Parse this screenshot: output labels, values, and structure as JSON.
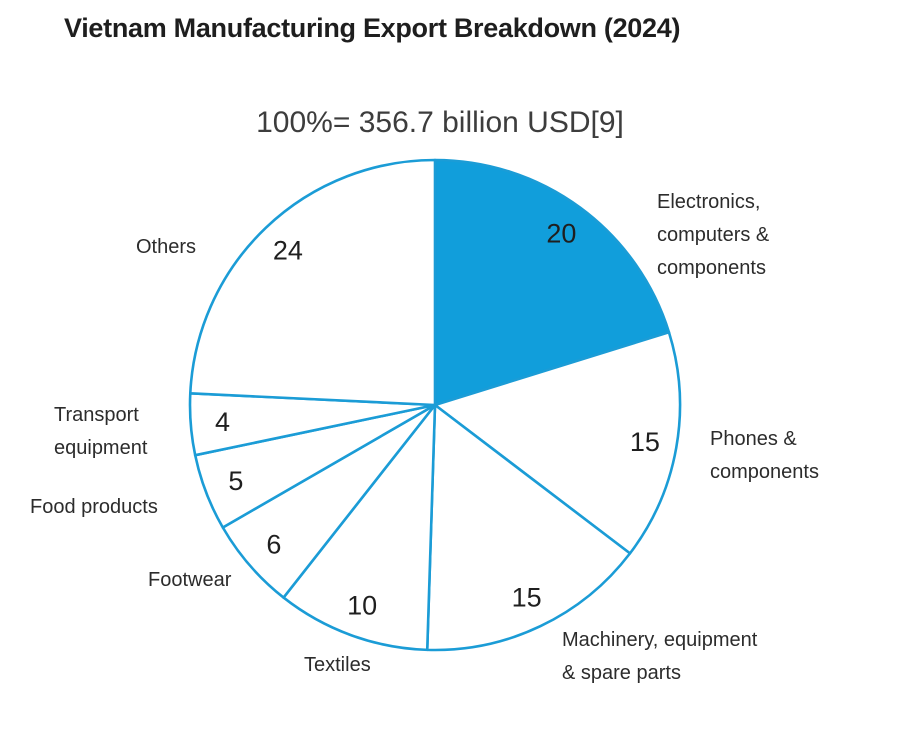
{
  "title": "Vietnam Manufacturing Export Breakdown (2024)",
  "subtitle": "100%= 356.7 billion USD[9]",
  "chart_data": {
    "type": "pie",
    "title": "Vietnam Manufacturing Export Breakdown (2024)",
    "subtitle": "100%= 356.7 billion USD[9]",
    "units": "percent share",
    "direction": "clockwise",
    "start_angle_deg": 0,
    "legend_position": "labels-around-pie",
    "accent_color": "#119edb",
    "line_color": "#1b9cd6",
    "value_text_color": "#1f1f1f",
    "label_text_color": "#2c2c2c",
    "slices": [
      {
        "id": "electronics",
        "label": "Electronics, computers & components",
        "label_lines": [
          "Electronics,",
          "computers &",
          "components"
        ],
        "value": 20,
        "highlighted": true
      },
      {
        "id": "phones",
        "label": "Phones & components",
        "label_lines": [
          "Phones &",
          "components"
        ],
        "value": 15,
        "highlighted": false
      },
      {
        "id": "machinery",
        "label": "Machinery, equipment & spare parts",
        "label_lines": [
          "Machinery, equipment",
          "& spare parts"
        ],
        "value": 15,
        "highlighted": false
      },
      {
        "id": "textiles",
        "label": "Textiles",
        "label_lines": [
          "Textiles"
        ],
        "value": 10,
        "highlighted": false
      },
      {
        "id": "footwear",
        "label": "Footwear",
        "label_lines": [
          "Footwear"
        ],
        "value": 6,
        "highlighted": false
      },
      {
        "id": "food",
        "label": "Food products",
        "label_lines": [
          "Food products"
        ],
        "value": 5,
        "highlighted": false
      },
      {
        "id": "transport",
        "label": "Transport equipment",
        "label_lines": [
          "Transport",
          "equipment"
        ],
        "value": 4,
        "highlighted": false
      },
      {
        "id": "others",
        "label": "Others",
        "label_lines": [
          "Others"
        ],
        "value": 24,
        "highlighted": false
      }
    ]
  }
}
